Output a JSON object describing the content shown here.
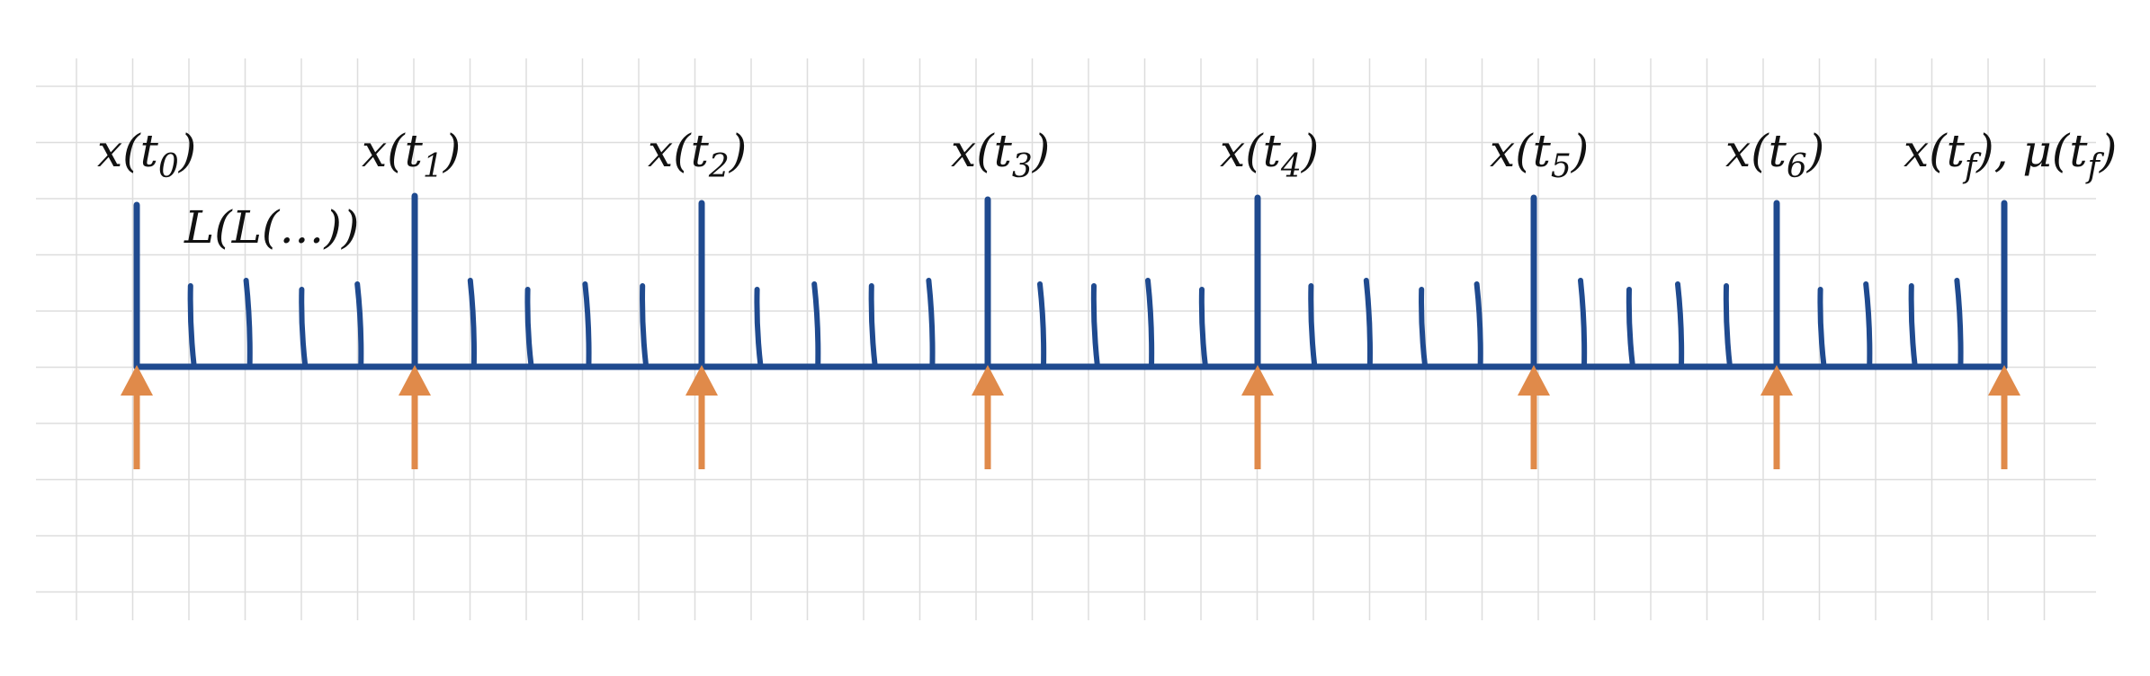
{
  "diagram": {
    "colors": {
      "grid": "#dddddd",
      "timeline": "#1f4a8f",
      "arrow": "#e08a4a",
      "text": "#111111"
    },
    "knot_labels": [
      {
        "main": "x(t",
        "sub": "0",
        "tail": ")"
      },
      {
        "main": "x(t",
        "sub": "1",
        "tail": ")"
      },
      {
        "main": "x(t",
        "sub": "2",
        "tail": ")"
      },
      {
        "main": "x(t",
        "sub": "3",
        "tail": ")"
      },
      {
        "main": "x(t",
        "sub": "4",
        "tail": ")"
      },
      {
        "main": "x(t",
        "sub": "5",
        "tail": ")"
      },
      {
        "main": "x(t",
        "sub": "6",
        "tail": ")"
      },
      {
        "main": "x(t",
        "sub": "f",
        "tail": "), μ(t",
        "sub2": "f",
        "tail2": ")"
      }
    ],
    "integral_label": "L(L(…))",
    "minor_tick_counts": [
      4,
      4,
      4,
      4,
      4,
      4,
      4
    ]
  }
}
